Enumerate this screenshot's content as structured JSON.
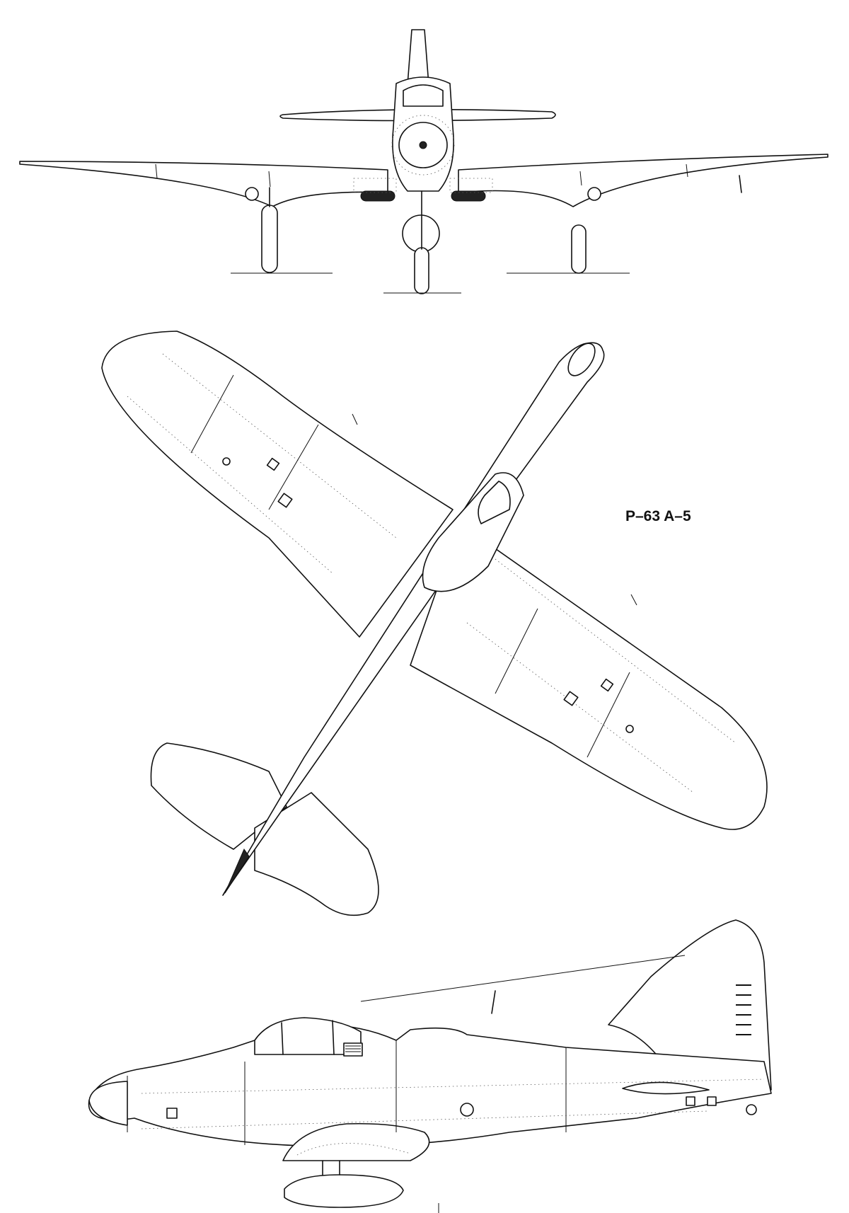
{
  "drawing": {
    "designation": "P–63 A–5",
    "views": [
      "front-view",
      "top-view",
      "side-view"
    ],
    "line_color": "#111111",
    "background": "#ffffff"
  }
}
